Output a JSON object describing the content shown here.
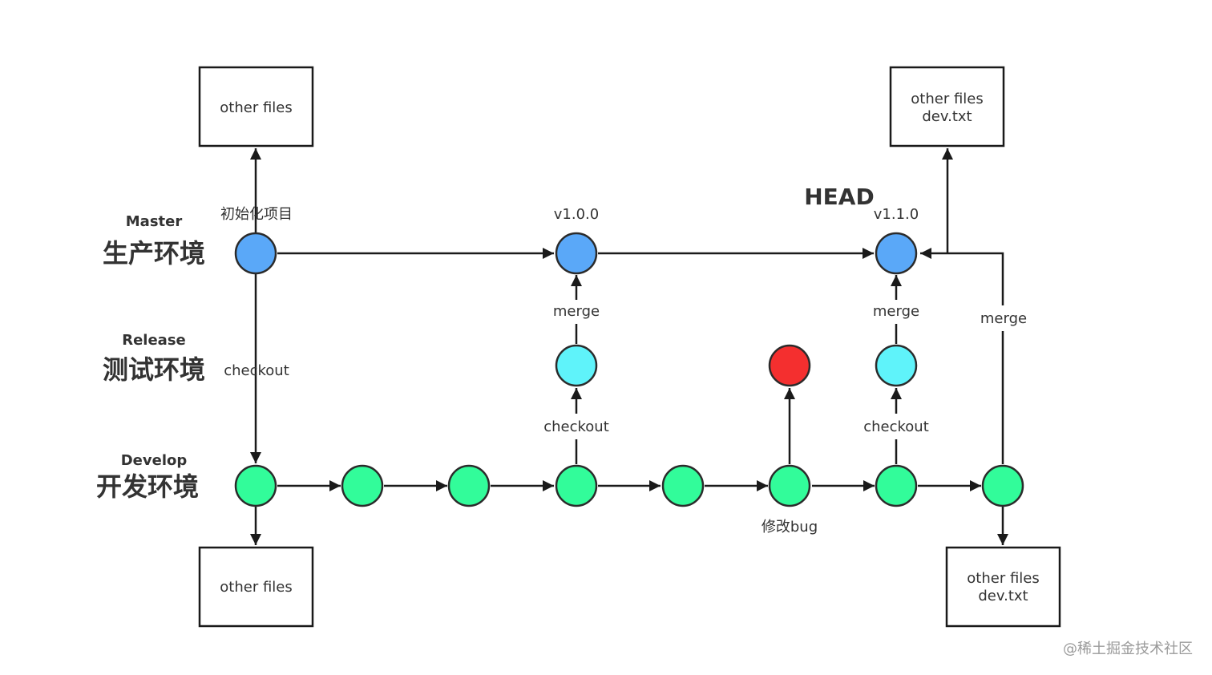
{
  "environments": {
    "master": {
      "en": "Master",
      "zh": "生产环境"
    },
    "release": {
      "en": "Release",
      "zh": "测试环境"
    },
    "develop": {
      "en": "Develop",
      "zh": "开发环境"
    }
  },
  "boxes": {
    "master_top_left": {
      "lines": [
        "other files"
      ]
    },
    "master_top_right": {
      "lines": [
        "other files",
        "dev.txt"
      ]
    },
    "develop_bottom_left": {
      "lines": [
        "other files"
      ]
    },
    "develop_bottom_right": {
      "lines": [
        "other files",
        "dev.txt"
      ]
    }
  },
  "labels": {
    "init_project": "初始化项目",
    "v100": "v1.0.0",
    "v110": "v1.1.0",
    "head": "HEAD",
    "merge_1": "merge",
    "merge_2": "merge",
    "merge_3": "merge",
    "checkout_master": "checkout",
    "checkout_1": "checkout",
    "checkout_2": "checkout",
    "fix_bug": "修改bug"
  },
  "colors": {
    "master_node": "#5aa8f8",
    "release_node": "#5ff3fa",
    "develop_node": "#32fc9a",
    "bug_node": "#f42f2f",
    "line": "#1a1a1a"
  },
  "watermark": "@稀土掘金技术社区"
}
